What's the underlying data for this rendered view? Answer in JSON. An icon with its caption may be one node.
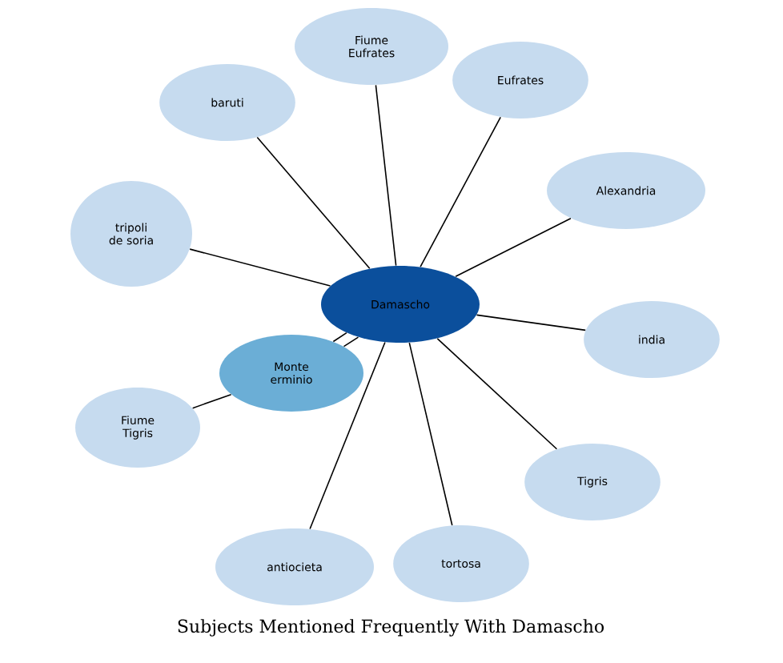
{
  "diagram": {
    "title": "Subjects Mentioned Frequently With Damascho",
    "nodes": [
      {
        "text": [
          "Fiume Eufrates"
        ]
      },
      {
        "text": [
          "Eufrates"
        ]
      },
      {
        "text": [
          "baruti"
        ]
      },
      {
        "text": [
          "Alexandria"
        ]
      },
      {
        "text": [
          "tripoli de soria"
        ]
      },
      {
        "text": [
          "Damascho"
        ]
      },
      {
        "text": [
          "india"
        ]
      },
      {
        "text": [
          "Monte erminio"
        ]
      },
      {
        "text": [
          "Fiume Tigris"
        ]
      },
      {
        "text": [
          "Tigris"
        ]
      },
      {
        "text": [
          "antiocieta"
        ]
      },
      {
        "text": [
          "tortosa"
        ]
      }
    ],
    "edges": [
      {
        "from": 5,
        "to": 0,
        "arrow": "none"
      },
      {
        "from": 5,
        "to": 1,
        "arrow": "none"
      },
      {
        "from": 5,
        "to": 2,
        "arrow": "none"
      },
      {
        "from": 5,
        "to": 3,
        "arrow": "none"
      },
      {
        "from": 5,
        "to": 4,
        "arrow": "none"
      },
      {
        "from": 5,
        "to": 6,
        "arrow": "none"
      },
      {
        "from": 5,
        "to": 7,
        "arrow": "none"
      },
      {
        "from": 5,
        "to": 7,
        "arrow": "none"
      },
      {
        "from": 7,
        "to": 8,
        "arrow": "none"
      },
      {
        "from": 5,
        "to": 9,
        "arrow": "none"
      },
      {
        "from": 5,
        "to": 10,
        "arrow": "none"
      },
      {
        "from": 5,
        "to": 11,
        "arrow": "none"
      }
    ]
  }
}
